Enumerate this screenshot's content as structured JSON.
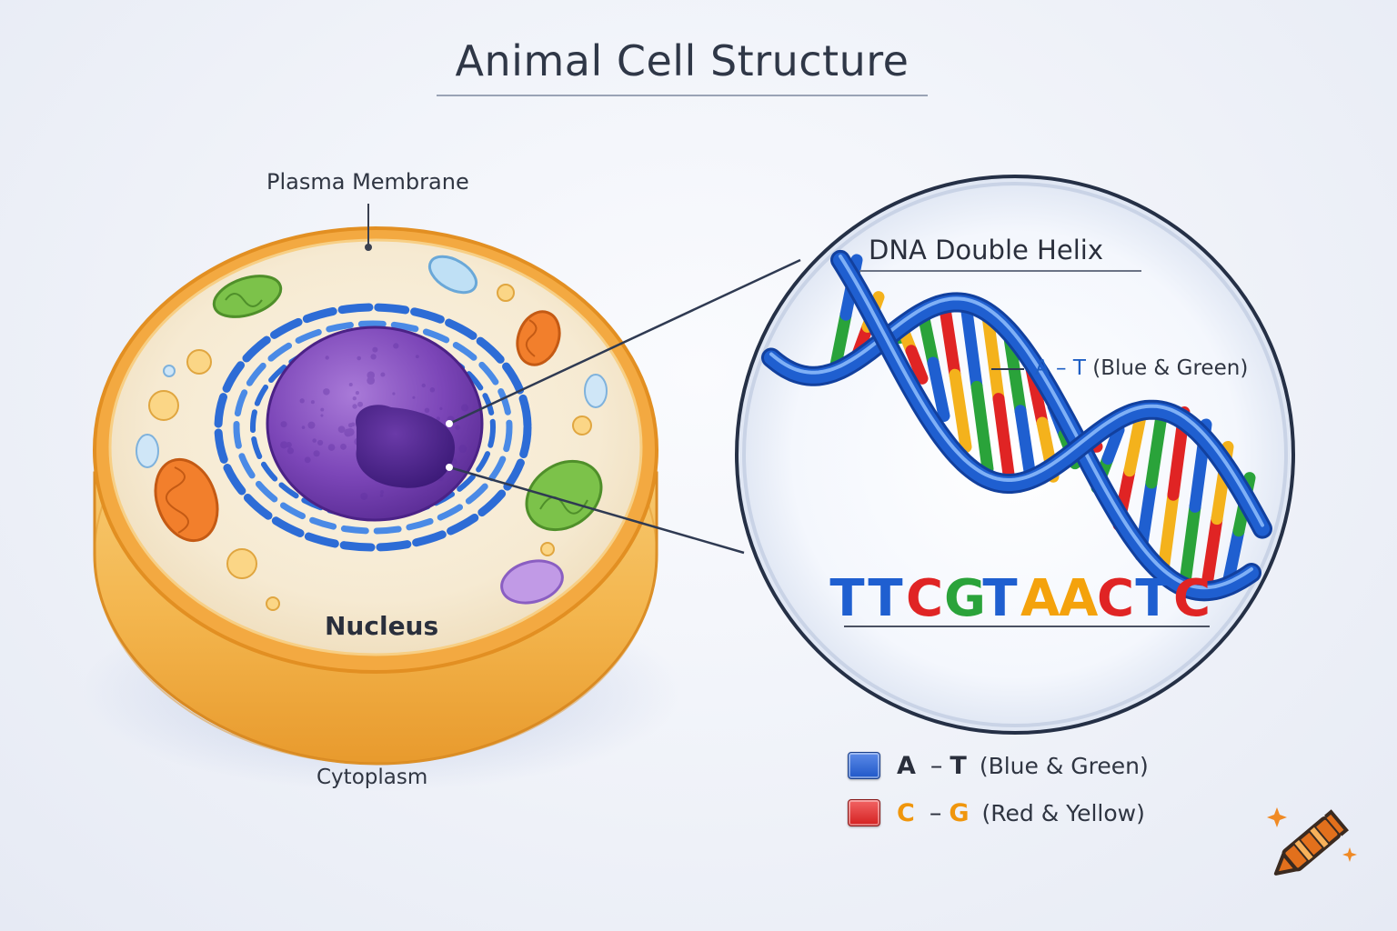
{
  "title": "Animal Cell Structure",
  "labels": {
    "membrane": "Plasma Membrane",
    "nucleus": "Nucleus",
    "cytoplasm": "Cytoplasm"
  },
  "dna": {
    "title": "DNA Double Helix",
    "pair_label": {
      "a": "A",
      "dash": "–",
      "t": "T",
      "note": "(Blue & Green)"
    },
    "sequence": [
      "T",
      "T",
      "C",
      "G",
      "T",
      "A",
      "A",
      "C",
      "T",
      "C"
    ],
    "base_colors": {
      "T": "#1f5fd0",
      "C": "#e02424",
      "G": "#2aa33a",
      "A": "#f4a20c"
    }
  },
  "legend": [
    {
      "swatch": "#2b62d6",
      "left": "A",
      "dash": "–",
      "right": "T",
      "note": "(Blue & Green)",
      "left_color": "#2a2f3c",
      "right_color": "#2a2f3c"
    },
    {
      "swatch": "#e02828",
      "left": "C",
      "dash": "–",
      "right": "G",
      "note": "(Red & Yellow)",
      "left_color": "#f0960c",
      "right_color": "#f0960c"
    }
  ],
  "colors": {
    "helix_backbone": "#1f5fd0",
    "nucleus": "#7a3fb4",
    "membrane": "#f0a433",
    "er": "#2d6cd6"
  },
  "icons": {
    "corner": "crayon-icon"
  }
}
